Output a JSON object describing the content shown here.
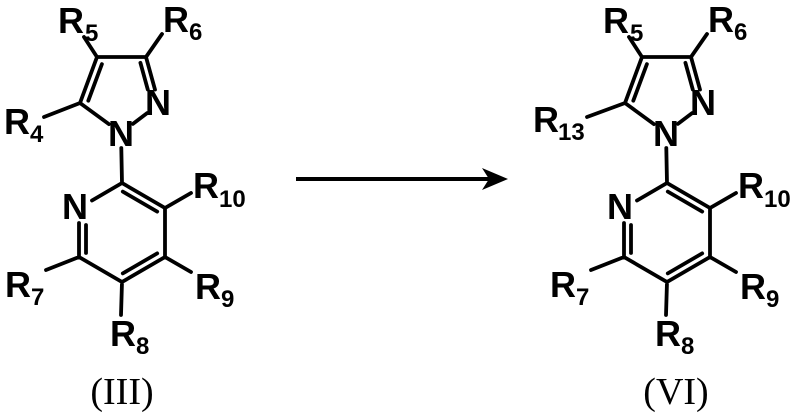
{
  "figure": {
    "kind": "chemical-reaction-scheme",
    "background_color": "#ffffff",
    "ink_color": "#000000",
    "arrow_direction": "right"
  },
  "structures": [
    {
      "id": "left",
      "caption": "(III)",
      "atoms": {
        "pyrazole_n1": "N",
        "pyrazole_n2": "N",
        "pyridine_n": "N"
      },
      "substituents": {
        "r5": {
          "base": "R",
          "sub": "5"
        },
        "r6": {
          "base": "R",
          "sub": "6"
        },
        "left": {
          "base": "R",
          "sub": "4"
        },
        "r10": {
          "base": "R",
          "sub": "10"
        },
        "r9": {
          "base": "R",
          "sub": "9"
        },
        "r8": {
          "base": "R",
          "sub": "8"
        },
        "r7": {
          "base": "R",
          "sub": "7"
        }
      }
    },
    {
      "id": "right",
      "caption": "(VI)",
      "atoms": {
        "pyrazole_n1": "N",
        "pyrazole_n2": "N",
        "pyridine_n": "N"
      },
      "substituents": {
        "r5": {
          "base": "R",
          "sub": "5"
        },
        "r6": {
          "base": "R",
          "sub": "6"
        },
        "left": {
          "base": "R",
          "sub": "13"
        },
        "r10": {
          "base": "R",
          "sub": "10"
        },
        "r9": {
          "base": "R",
          "sub": "9"
        },
        "r8": {
          "base": "R",
          "sub": "8"
        },
        "r7": {
          "base": "R",
          "sub": "7"
        }
      }
    }
  ]
}
